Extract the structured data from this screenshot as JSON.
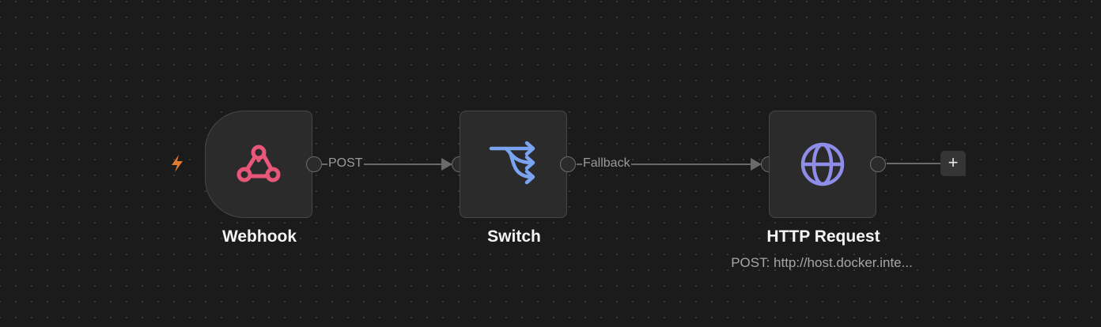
{
  "workflow": {
    "nodes": [
      {
        "name": "Webhook",
        "icon": "webhook-icon",
        "icon_color": "#e8577a",
        "is_trigger": true
      },
      {
        "name": "Switch",
        "icon": "switch-icon",
        "icon_color": "#7ba4f0"
      },
      {
        "name": "HTTP Request",
        "icon": "globe-icon",
        "icon_color": "#8f8de8",
        "subtitle": "POST: http://host.docker.inte..."
      }
    ],
    "edges": [
      {
        "from": "Webhook",
        "to": "Switch",
        "label": "POST"
      },
      {
        "from": "Switch",
        "to": "HTTP Request",
        "label": "Fallback"
      }
    ],
    "add_button_label": "+",
    "trigger_color": "#e07a2e"
  }
}
